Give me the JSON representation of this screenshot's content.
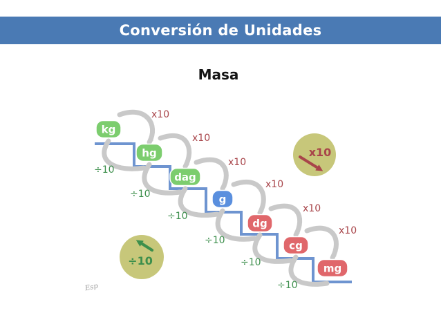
{
  "header": {
    "title": "Conversión de Unidades"
  },
  "subtitle": "Masa",
  "units": [
    "kg",
    "hg",
    "dag",
    "g",
    "dg",
    "cg",
    "mg"
  ],
  "multiply_label": "x10",
  "divide_label": "÷10",
  "badges": {
    "multiply": "x10",
    "divide": "÷10"
  },
  "signature": "Esp",
  "colors": {
    "banner": "#4a7ab4",
    "stair": "#6e94d0",
    "unit_green": "#7ccd6e",
    "unit_blue": "#5a8fde",
    "unit_red": "#e0676b",
    "arrow": "#c9c9c9",
    "multiply_text": "#a8454a",
    "divide_text": "#3d8f4c",
    "badge_bg": "#c7c77a"
  }
}
